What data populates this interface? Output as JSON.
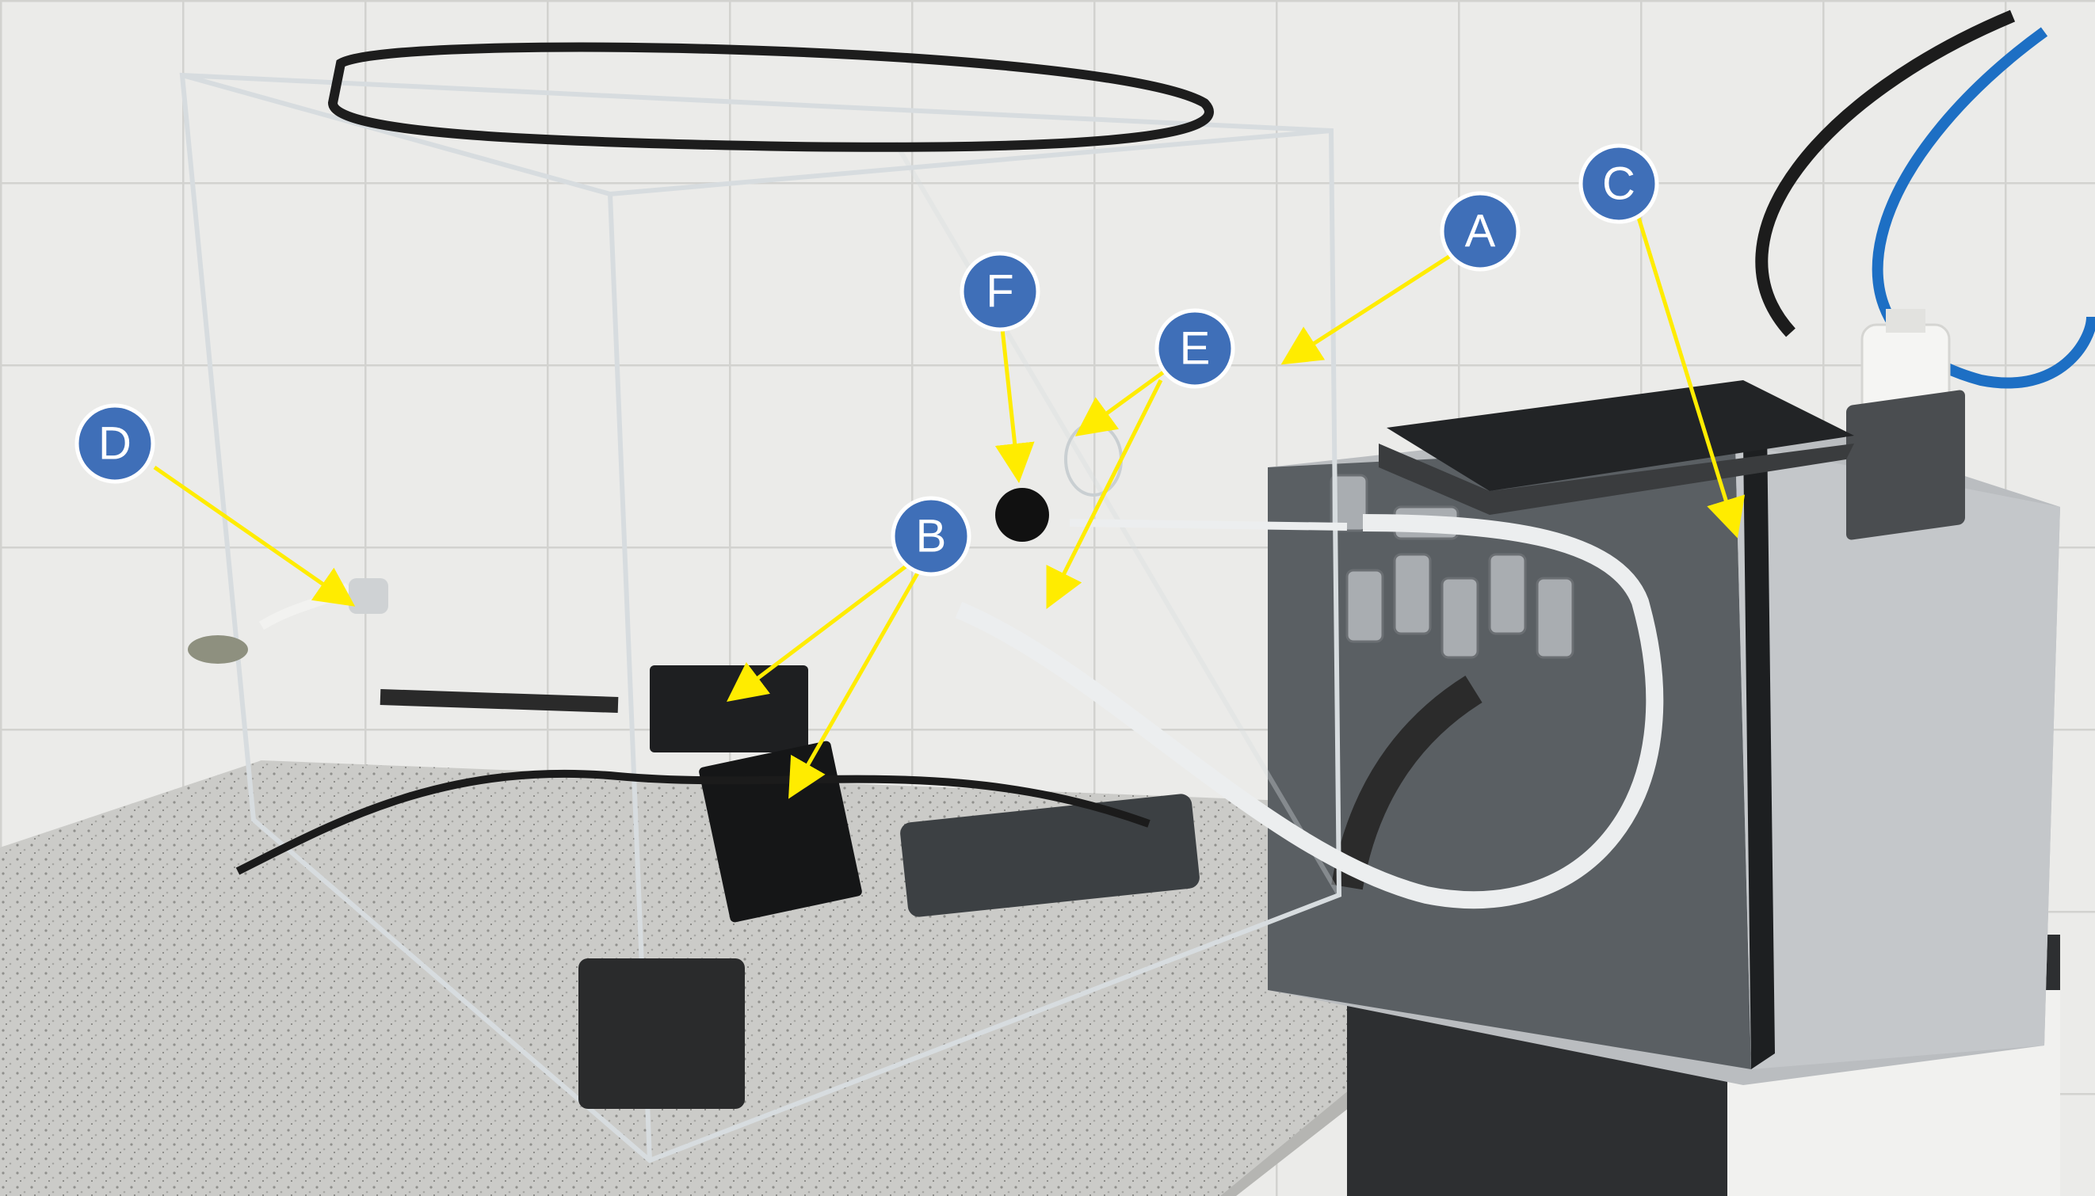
{
  "markers": [
    {
      "id": "A",
      "label": "A"
    },
    {
      "id": "B",
      "label": "B"
    },
    {
      "id": "C",
      "label": "C"
    },
    {
      "id": "D",
      "label": "D"
    },
    {
      "id": "E",
      "label": "E"
    },
    {
      "id": "F",
      "label": "F"
    }
  ],
  "colors": {
    "marker_fill": "#3f6fb8",
    "marker_stroke": "#ffffff",
    "arrow": "#ffec00",
    "wall_tile": "#e9e9e7",
    "grout": "#cfcfcc",
    "countertop": "#c9c9c6",
    "instrument_body": "#b9bcbf",
    "instrument_panel": "#555a5e",
    "laptop": "#202224",
    "enclosure_edge": "#d8dde0"
  }
}
